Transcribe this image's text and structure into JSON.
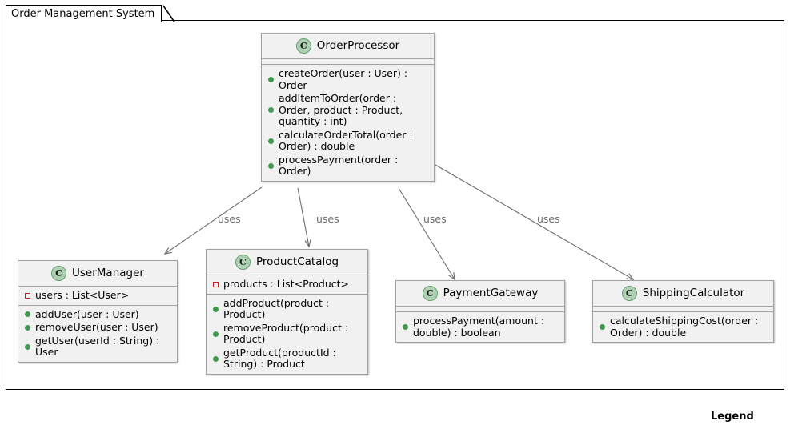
{
  "diagram": {
    "type": "uml-class-diagram",
    "package": {
      "name": "Order Management System"
    },
    "legend": {
      "title": "Legend"
    },
    "classes": [
      {
        "id": "OrderProcessor",
        "name": "OrderProcessor",
        "stereotype_icon": "C",
        "attributes": [],
        "methods": [
          {
            "visibility": "public",
            "text": "createOrder(user : User) : Order"
          },
          {
            "visibility": "public",
            "text": "addItemToOrder(order : Order, product : Product, quantity : int)"
          },
          {
            "visibility": "public",
            "text": "calculateOrderTotal(order : Order) : double"
          },
          {
            "visibility": "public",
            "text": "processPayment(order : Order)"
          }
        ]
      },
      {
        "id": "UserManager",
        "name": "UserManager",
        "stereotype_icon": "C",
        "attributes": [
          {
            "visibility": "private",
            "text": "users : List<User>"
          }
        ],
        "methods": [
          {
            "visibility": "public",
            "text": "addUser(user : User)"
          },
          {
            "visibility": "public",
            "text": "removeUser(user : User)"
          },
          {
            "visibility": "public",
            "text": "getUser(userId : String) : User"
          }
        ]
      },
      {
        "id": "ProductCatalog",
        "name": "ProductCatalog",
        "stereotype_icon": "C",
        "attributes": [
          {
            "visibility": "private",
            "text": "products : List<Product>"
          }
        ],
        "methods": [
          {
            "visibility": "public",
            "text": "addProduct(product : Product)"
          },
          {
            "visibility": "public",
            "text": "removeProduct(product : Product)"
          },
          {
            "visibility": "public",
            "text": "getProduct(productId : String) : Product"
          }
        ]
      },
      {
        "id": "PaymentGateway",
        "name": "PaymentGateway",
        "stereotype_icon": "C",
        "attributes": [],
        "methods": [
          {
            "visibility": "public",
            "text": "processPayment(amount : double) : boolean"
          }
        ]
      },
      {
        "id": "ShippingCalculator",
        "name": "ShippingCalculator",
        "stereotype_icon": "C",
        "attributes": [],
        "methods": [
          {
            "visibility": "public",
            "text": "calculateShippingCost(order : Order) : double"
          }
        ]
      }
    ],
    "relations": [
      {
        "from": "OrderProcessor",
        "to": "UserManager",
        "label": "uses"
      },
      {
        "from": "OrderProcessor",
        "to": "ProductCatalog",
        "label": "uses"
      },
      {
        "from": "OrderProcessor",
        "to": "PaymentGateway",
        "label": "uses"
      },
      {
        "from": "OrderProcessor",
        "to": "ShippingCalculator",
        "label": "uses"
      }
    ],
    "colors": {
      "class_fill": "#F1F1F1",
      "class_border": "#A0A0A0",
      "icon_fill": "#ADD1B2",
      "icon_border": "#6A9E72",
      "public_marker": "#3F9A4F",
      "private_marker": "#C02020",
      "edge_line": "#6E6E6E",
      "edge_label": "#6E6E6E",
      "package_border": "#000000",
      "background": "#FFFFFF"
    }
  }
}
